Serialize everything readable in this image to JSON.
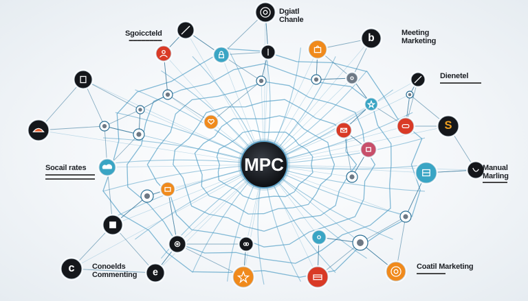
{
  "center_label": "MPC",
  "colors": {
    "web_line": "#4f9cc4",
    "web_line_dark": "#2b6f95",
    "dark_node": "#15171b",
    "orange": "#f08a1c",
    "red": "#d93a26",
    "teal": "#3aa5c4",
    "pink": "#c84f6a",
    "grey": "#6d7884"
  },
  "labels": [
    {
      "id": "digital-channels",
      "title": "Dgiatl",
      "subtitle": "Chanle"
    },
    {
      "id": "specified",
      "title": "Sgoiccteld",
      "subtitle": ""
    },
    {
      "id": "meeting-marketing",
      "title": "Meeting",
      "subtitle": "Marketing"
    },
    {
      "id": "diemetal",
      "title": "Dienetel",
      "subtitle": ""
    },
    {
      "id": "social-rates",
      "title": "Socail rates",
      "subtitle": ""
    },
    {
      "id": "manual-marketing",
      "title": "Manual",
      "subtitle": "Marling"
    },
    {
      "id": "connections",
      "title": "Conoelds",
      "subtitle": "Commenting"
    },
    {
      "id": "content-marketing",
      "title": "Coatil Marketing",
      "subtitle": ""
    }
  ],
  "nodes": [
    {
      "id": "top-dark",
      "icon": "at-icon",
      "style": "dark"
    },
    {
      "id": "spec-dark",
      "icon": "pen-icon",
      "style": "dark"
    },
    {
      "id": "top-red",
      "icon": "user-icon",
      "style": "red"
    },
    {
      "id": "top-teal",
      "icon": "lock-icon",
      "style": "teal"
    },
    {
      "id": "top-dark2",
      "icon": "bar-icon",
      "style": "dark"
    },
    {
      "id": "top-orange",
      "icon": "bag-icon",
      "style": "orange"
    },
    {
      "id": "meet-dark",
      "icon": "b-icon",
      "style": "dark"
    },
    {
      "id": "mid-grey-tr",
      "icon": "camera-icon",
      "style": "grey"
    },
    {
      "id": "left-dark1",
      "icon": "doc-icon",
      "style": "dark"
    },
    {
      "id": "left-dark2",
      "icon": "hand-icon",
      "style": "dark"
    },
    {
      "id": "left-teal",
      "icon": "cloud-icon",
      "style": "teal"
    },
    {
      "id": "left-dark3",
      "icon": "cup-icon",
      "style": "dark"
    },
    {
      "id": "bot-dark1",
      "icon": "c-icon",
      "style": "dark"
    },
    {
      "id": "bot-dark2",
      "icon": "e-icon",
      "style": "dark"
    },
    {
      "id": "bot-orange",
      "icon": "star-icon",
      "style": "orange"
    },
    {
      "id": "bot-red",
      "icon": "cart-icon",
      "style": "red"
    },
    {
      "id": "bot-orange2",
      "icon": "at-icon",
      "style": "orange"
    },
    {
      "id": "right-dark1",
      "icon": "pen-icon",
      "style": "dark"
    },
    {
      "id": "right-red",
      "icon": "chat-icon",
      "style": "red"
    },
    {
      "id": "right-dark2",
      "icon": "s-icon",
      "style": "dark"
    },
    {
      "id": "right-teal",
      "icon": "grid-icon",
      "style": "teal"
    },
    {
      "id": "right-dark3",
      "icon": "phone-icon",
      "style": "dark"
    },
    {
      "id": "right-pink",
      "icon": "box-icon",
      "style": "pink"
    },
    {
      "id": "inner-orange1",
      "icon": "heart-icon",
      "style": "orange"
    },
    {
      "id": "inner-orange2",
      "icon": "folder-icon",
      "style": "orange"
    },
    {
      "id": "inner-red",
      "icon": "mail-icon",
      "style": "red"
    },
    {
      "id": "inner-teal1",
      "icon": "star-icon",
      "style": "teal"
    },
    {
      "id": "inner-teal2",
      "icon": "sun-icon",
      "style": "teal"
    },
    {
      "id": "inner-dark1",
      "icon": "link-icon",
      "style": "dark"
    },
    {
      "id": "inner-dark2",
      "icon": "gear-icon",
      "style": "dark"
    }
  ]
}
